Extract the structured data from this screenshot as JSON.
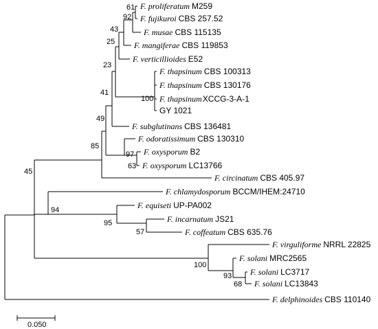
{
  "taxa": [
    {
      "species": "F. proliferatum",
      "strain": "M259"
    },
    {
      "species": "F. fujikuroi",
      "strain": "CBS 257.52"
    },
    {
      "species": "F. musae",
      "strain": "CBS 115135"
    },
    {
      "species": "F. mangiferae",
      "strain": "CBS 119853"
    },
    {
      "species": "F. verticillioides",
      "strain": "E52"
    },
    {
      "species": "F. thapsinum",
      "strain": "CBS 100313"
    },
    {
      "species": "F. thapsinum",
      "strain": "CBS 130176"
    },
    {
      "species": "F. thapsinum",
      "strain": "XCCG-3-A-1"
    },
    {
      "species": "",
      "strain": "GY 1021"
    },
    {
      "species": "F. subglutinans",
      "strain": "CBS 136481"
    },
    {
      "species": "F. odoratissimum",
      "strain": "CBS 130310"
    },
    {
      "species": "F. oxysporum",
      "strain": "B2"
    },
    {
      "species": "F. oxysporum",
      "strain": "LC13766"
    },
    {
      "species": "F. circinatum",
      "strain": "CBS 405.97"
    },
    {
      "species": "F. chlamydosporum",
      "strain": "BCCM/IHEM:24710"
    },
    {
      "species": "F. equiseti",
      "strain": "UP-PA002"
    },
    {
      "species": "F. incarnatum",
      "strain": "JS21"
    },
    {
      "species": "F. coffeatum",
      "strain": "CBS 635.76"
    },
    {
      "species": "F. virguliforme",
      "strain": "NRRL 22825"
    },
    {
      "species": "F. solani",
      "strain": "MRC2565"
    },
    {
      "species": "F. solani",
      "strain": "LC3717"
    },
    {
      "species": "F. solani",
      "strain": "LC13843"
    },
    {
      "species": "F. delphinoides",
      "strain": "CBS 110140"
    }
  ],
  "bootstrap": [
    "61",
    "92",
    "43",
    "25",
    "23",
    "100",
    "41",
    "49",
    "97",
    "63",
    "85",
    "45",
    "94",
    "95",
    "57",
    "100",
    "93",
    "68"
  ],
  "scale_bar_label": "0.050"
}
